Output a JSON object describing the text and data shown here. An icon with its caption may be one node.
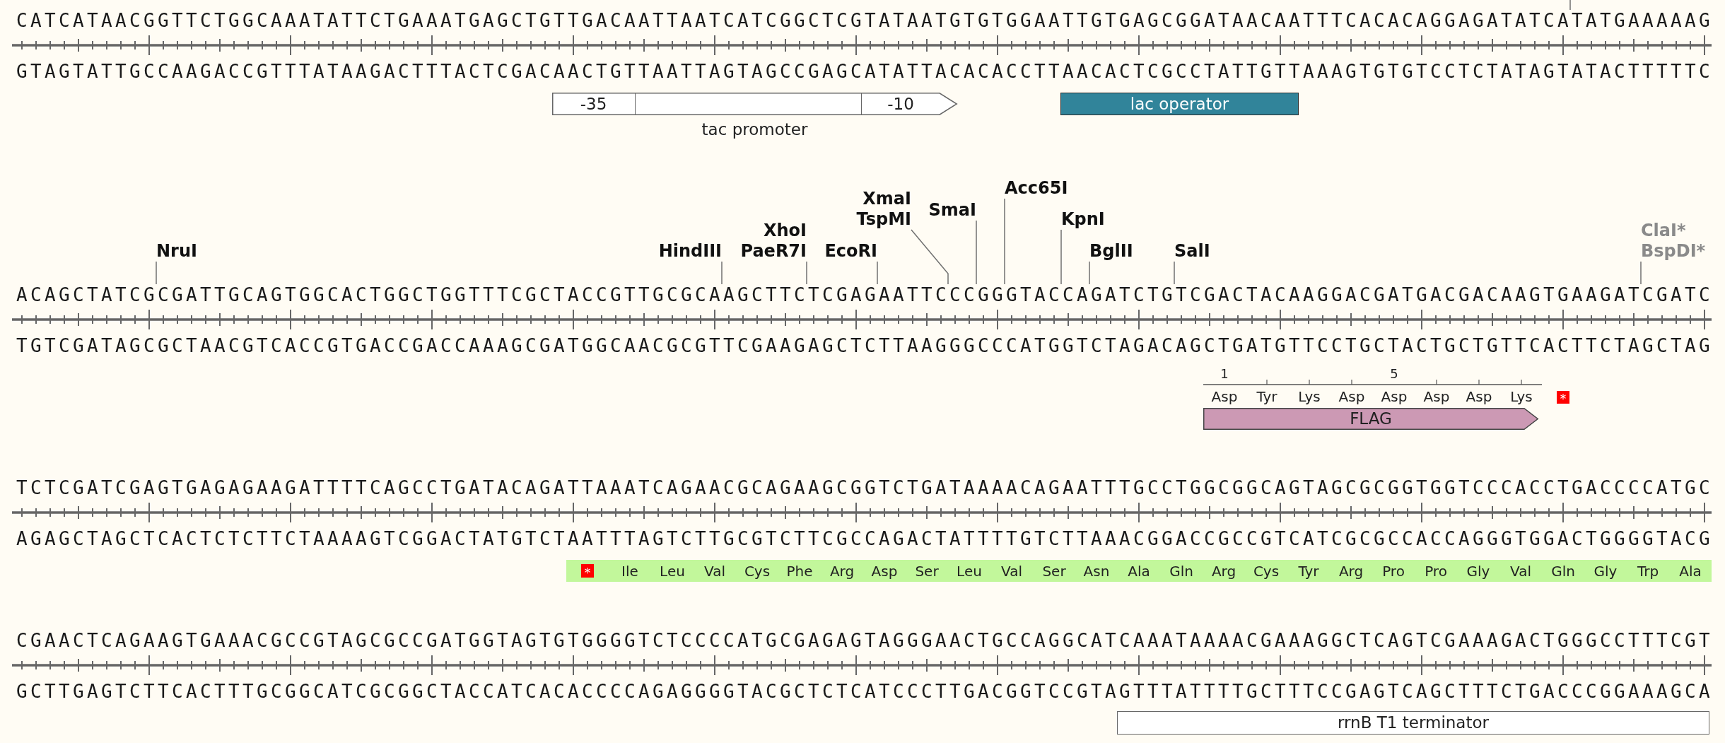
{
  "diagram": {
    "nodes": [
      {
        "text": [
          "CATCATAACGGTTCTGGCAAATATTCTGAAATGAGCTGTTGACAATTAATCATCGGCTCGTATAATGTGTGGAATTGTGAGCGGATAACAATTTCACACAGGAGATATCATATGAAAAAG"
        ]
      },
      {
        "text": [],
        "shape": "bar",
        "beside": [
          "tac promoter"
        ]
      },
      {
        "text": [
          "-35"
        ],
        "in": 1
      },
      {
        "text": [
          "-10"
        ],
        "in": 1
      },
      {
        "text": [
          "lac operator"
        ]
      },
      {
        "text": [
          "NruI"
        ]
      },
      {
        "text": [
          "HindIII"
        ]
      },
      {
        "text": [
          "XhoI",
          "PaeR7I"
        ]
      },
      {
        "text": [
          "EcoRI"
        ]
      },
      {
        "text": [
          "XmaI",
          "TspMI"
        ]
      },
      {
        "text": [
          "SmaI"
        ]
      },
      {
        "text": [
          "Acc65I"
        ]
      },
      {
        "text": [
          "KpnI"
        ]
      },
      {
        "text": [
          "BglII"
        ]
      },
      {
        "text": [
          "SalI"
        ]
      },
      {
        "text": [
          "ClaI*",
          "BspDI*"
        ]
      },
      {
        "text": [
          "ACAGCTATCGCGATTGCAGTGGCACTGGCTGGTTTCGCTACCGTTGCGCAAGCTTCTCGAGAATTCCCGGGTACCAGATCTGTCGACTACAAGGACGATGACGACAAGTGAAGATCGATC"
        ]
      },
      {
        "text": [
          "FLAG"
        ],
        "beside": [
          "Asp",
          "Tyr",
          "Lys",
          "Asp",
          "Asp",
          "Asp",
          "Asp",
          "Lys"
        ]
      },
      {
        "text": [
          "*"
        ]
      },
      {
        "text": [
          "Ile",
          "Leu",
          "Val",
          "Cys",
          "Phe",
          "Arg",
          "Asp",
          "Ser",
          "Leu",
          "Val",
          "Ser",
          "Asn",
          "Ala",
          "Gln",
          "Arg",
          "Cys",
          "Tyr",
          "Arg",
          "Pro",
          "Pro",
          "Gly",
          "Val",
          "Gln",
          "Gly",
          "Trp",
          "Ala"
        ]
      },
      {
        "text": [
          "*"
        ],
        "in": 19
      },
      {
        "text": [
          "rrnB T1 terminator"
        ]
      }
    ],
    "edges": [
      {
        "from": null,
        "to": 0,
        "arrow": "none"
      },
      {
        "from": 5,
        "to": 16,
        "arrow": "none"
      },
      {
        "from": 6,
        "to": 16,
        "arrow": "none"
      },
      {
        "from": 7,
        "to": 16,
        "arrow": "none"
      },
      {
        "from": 8,
        "to": 16,
        "arrow": "none"
      },
      {
        "from": 9,
        "to": 16,
        "arrow": "none"
      },
      {
        "from": 10,
        "to": 16,
        "arrow": "none"
      },
      {
        "from": 11,
        "to": 16,
        "arrow": "none"
      },
      {
        "from": 12,
        "to": 16,
        "arrow": "none"
      },
      {
        "from": 13,
        "to": 16,
        "arrow": "none"
      },
      {
        "from": 14,
        "to": 16,
        "arrow": "none"
      },
      {
        "from": 15,
        "to": 16,
        "arrow": "none"
      }
    ],
    "labels": [
      "GTAGTATTGCCAAGACCGTTTATAAGACTTTACTCGACAACTGTTAATTAGTAGCCGAGCATATTACACACCTTAACACTCGCCTATTGTTAAAGTGTGTCCTCTATAGTATACTTTTTC",
      "TGTCGATAGCGCTAACGTCACCGTGACCGACCAAAGCGATGGCAACGCGTTCGAAGAGCTCTTAAGGGCCCATGGTCTAGACAGCTGATGTTCCTGCTACTGCTGTTCACTTCTAGCTAG",
      "1",
      "5",
      "TCTCGATCGAGTGAGAGAAGATTTTCAGCCTGATACAGATTAAATCAGAACGCAGAAGCGGTCTGATAAAACAGAATTTGCCTGGCGGCAGTAGCGCGGTGGTCCCACCTGACCCCATGC",
      "AGAGCTAGCTCACTCTCTTCTAAAAGTCGGACTATGTCTAATTTAGTCTTGCGTCTTCGCCAGACTATTTTGTCTTAAACGGACCGCCGTCATCGCGCCACCAGGGTGGACTGGGGTACG",
      "CGAACTCAGAAGTGAAACGCCGTAGCGCCGATGGTAGTGTGGGGTCTCCCCATGCGAGAGTAGGGAACTGCCAGGCATCAAATAAAACGAAAGGCTCAGTCGAAAGACTGGGCCTTTCGT",
      "GCTTGAGTCTTCACTTTGCGGCATCGCGGCTACCATCACACCCCAGAGGGGTACGCTCTCATCCCTTGACGGTCCGTAGTTTATTTTGCTTTCCGAGTCAGCTTTCTGACCCGGAAAGCA"
    ]
  }
}
